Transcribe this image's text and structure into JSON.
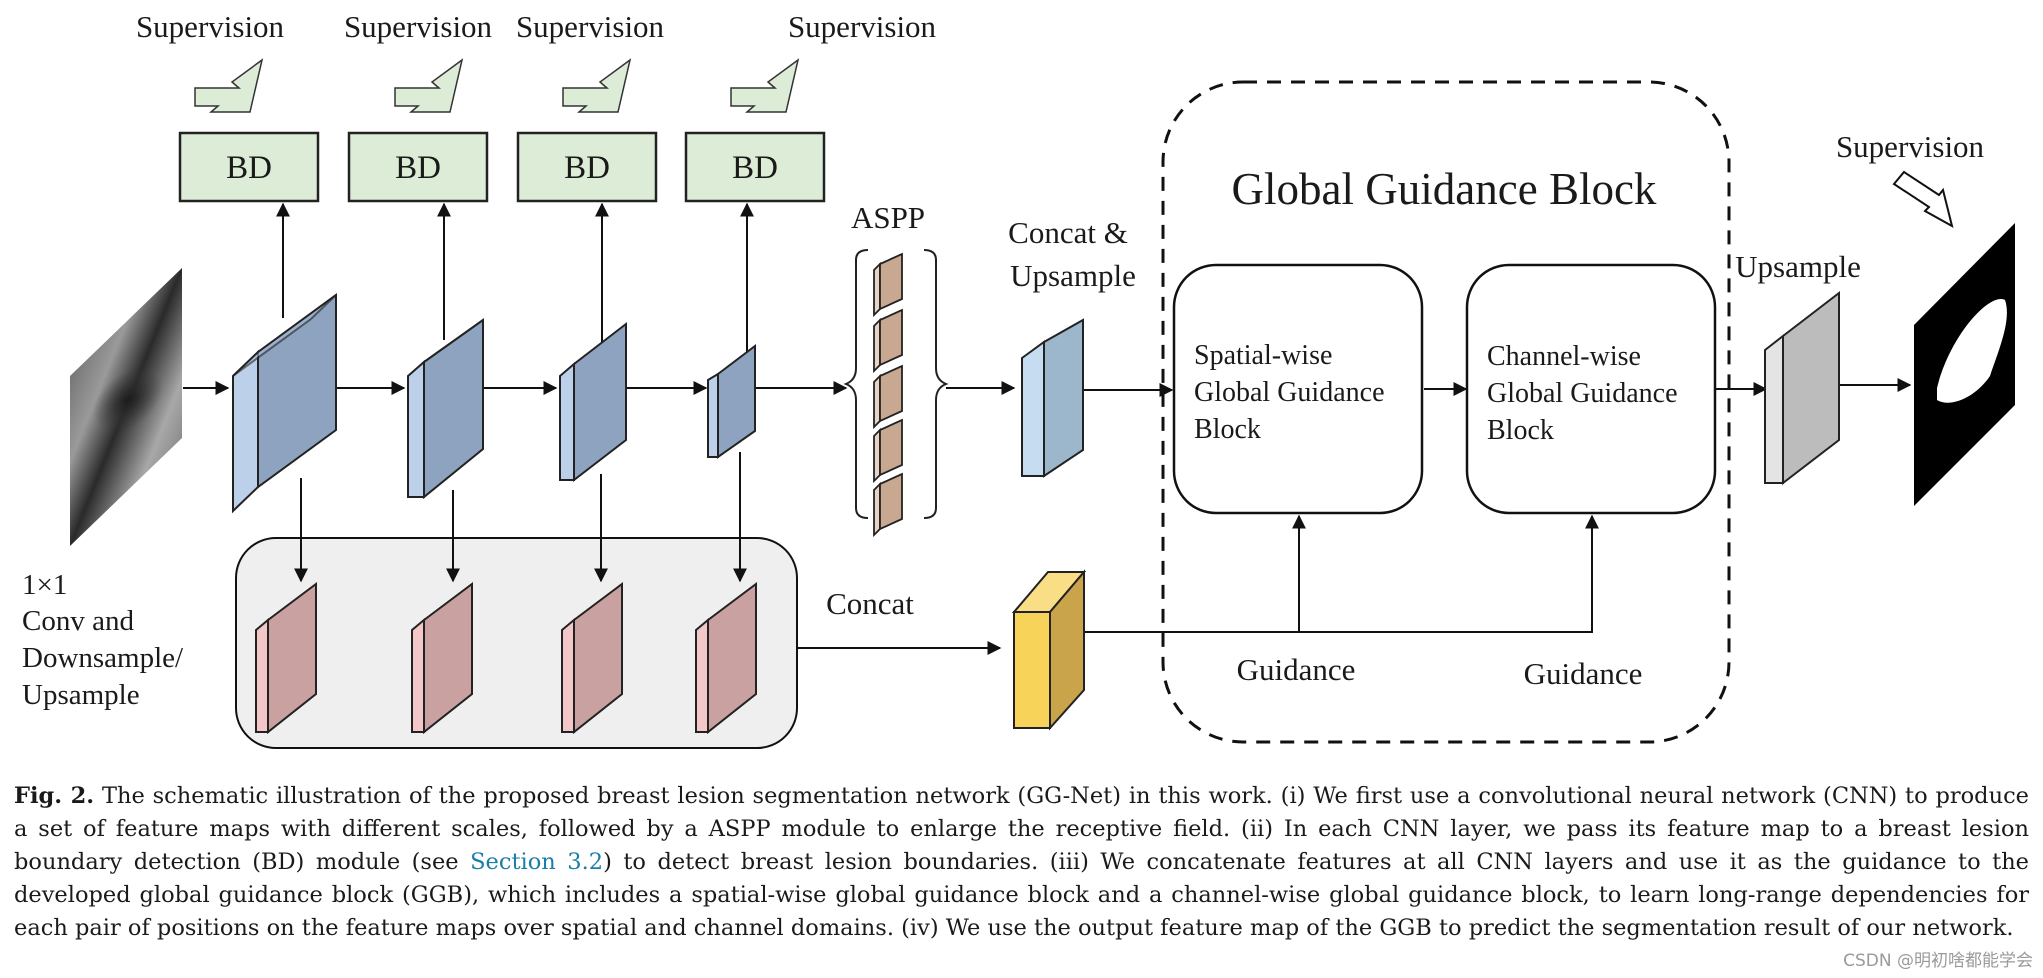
{
  "diagram": {
    "supervision_top": [
      "Supervision",
      "Supervision",
      "Supervision",
      "Supervision"
    ],
    "bd_blocks": [
      "BD",
      "BD",
      "BD",
      "BD"
    ],
    "aspp_label": "ASPP",
    "concat_upsample_label_1": "Concat &",
    "concat_upsample_label_2": "Upsample",
    "ggb_title": "Global Guidance Block",
    "spatial_block": [
      "Spatial-wise",
      "Global Guidance",
      "Block"
    ],
    "channel_block": [
      "Channel-wise",
      "Global Guidance",
      "Block"
    ],
    "upsample_label": "Upsample",
    "supervision_output": "Supervision",
    "conv_label": [
      "1×1",
      "Conv and",
      "Downsample/",
      "Upsample"
    ],
    "concat_label": "Concat",
    "guidance_labels": [
      "Guidance",
      "Guidance"
    ]
  },
  "colors": {
    "bd_fill": "#dcecd6",
    "encoder_blue": "#8ea3c0",
    "aspp_fill": "#c9a892",
    "concat_up_blue": "#9cb6cc",
    "pink_fill": "#c9a1a0",
    "yellow_front": "#f7d35a",
    "grey_out": "#bcbcbc",
    "link": "#1a7fa8"
  },
  "caption": {
    "fig_label": "Fig. 2.",
    "text_before_link": " The schematic illustration of the proposed breast lesion segmentation network (GG-Net) in this work. (i) We first use a convolutional neural network (CNN) to produce a set of feature maps with different scales, followed by a ASPP module to enlarge the receptive field. (ii) In each CNN layer, we pass its feature map to a breast lesion boundary detection (BD) module (see ",
    "link_text": "Section 3.2",
    "text_after_link": ") to detect breast lesion boundaries. (iii) We concatenate features at all CNN layers and use it as the guidance to the developed global guidance block (GGB), which includes a spatial-wise global guidance block and a channel-wise global guidance block, to learn long-range dependencies for each pair of positions on the feature maps over spatial and channel domains. (iv) We use the output feature map of the GGB to predict the segmentation result of our network."
  },
  "watermark": "CSDN @明初啥都能学会"
}
